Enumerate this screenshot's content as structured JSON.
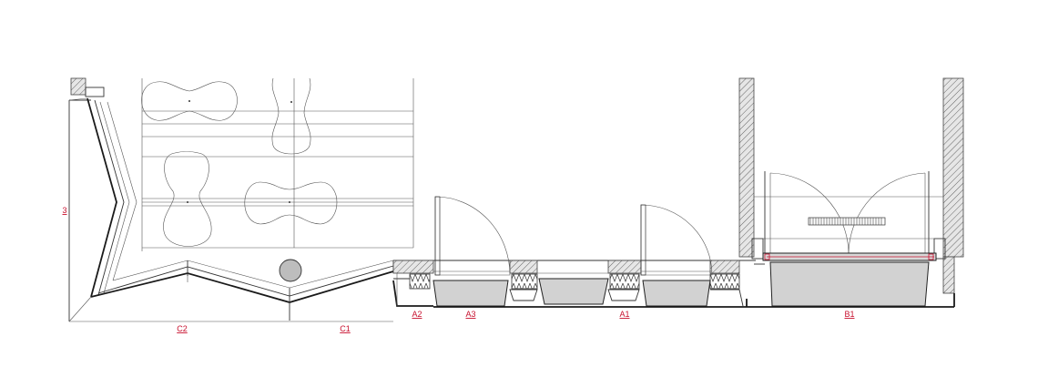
{
  "drawing": {
    "labels": {
      "c2": "C2",
      "c1": "C1",
      "a2": "A2",
      "a3": "A3",
      "a1": "A1",
      "b1": "B1",
      "side": "3"
    }
  },
  "colors": {
    "label_red": "#c8102e",
    "line": "#333333",
    "panel_gray": "#d2d2d2"
  }
}
